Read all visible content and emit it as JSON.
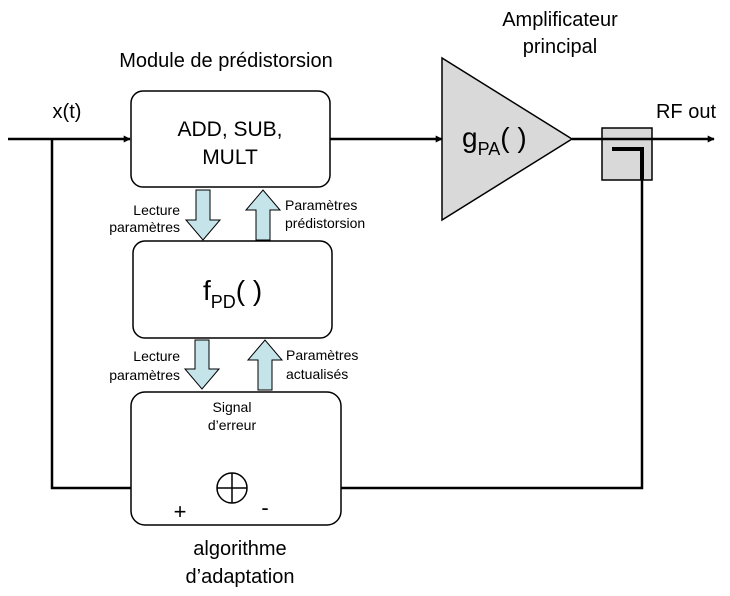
{
  "labels": {
    "module_title": "Module de prédistorsion",
    "amp_title_line1": "Amplificateur",
    "amp_title_line2": "principal",
    "input": "x(t)",
    "output": "RF out",
    "algo_title_line1": "algorithme",
    "algo_title_line2": "d’adaptation"
  },
  "blocks": {
    "ops_line1": "ADD, SUB,",
    "ops_line2": "MULT",
    "fpd_main": "f",
    "fpd_sub": "PD",
    "fpd_paren": "( )",
    "gpa_main": "g",
    "gpa_sub": "PA",
    "gpa_paren": "( )",
    "error_line1": "Signal",
    "error_line2": "d’erreur",
    "plus": "+",
    "minus": "-"
  },
  "arrows": {
    "read1_line1": "Lecture",
    "read1_line2": "paramètres",
    "param1_line1": "Paramètres",
    "param1_line2": "prédistorsion",
    "read2_line1": "Lecture",
    "read2_line2": "paramètres",
    "param2_line1": "Paramètres",
    "param2_line2": "actualisés"
  },
  "colors": {
    "data_arrow_fill": "#c5e4ea",
    "amplifier_fill": "#d9d9d9",
    "coupler_fill": "#d9d9d9"
  }
}
